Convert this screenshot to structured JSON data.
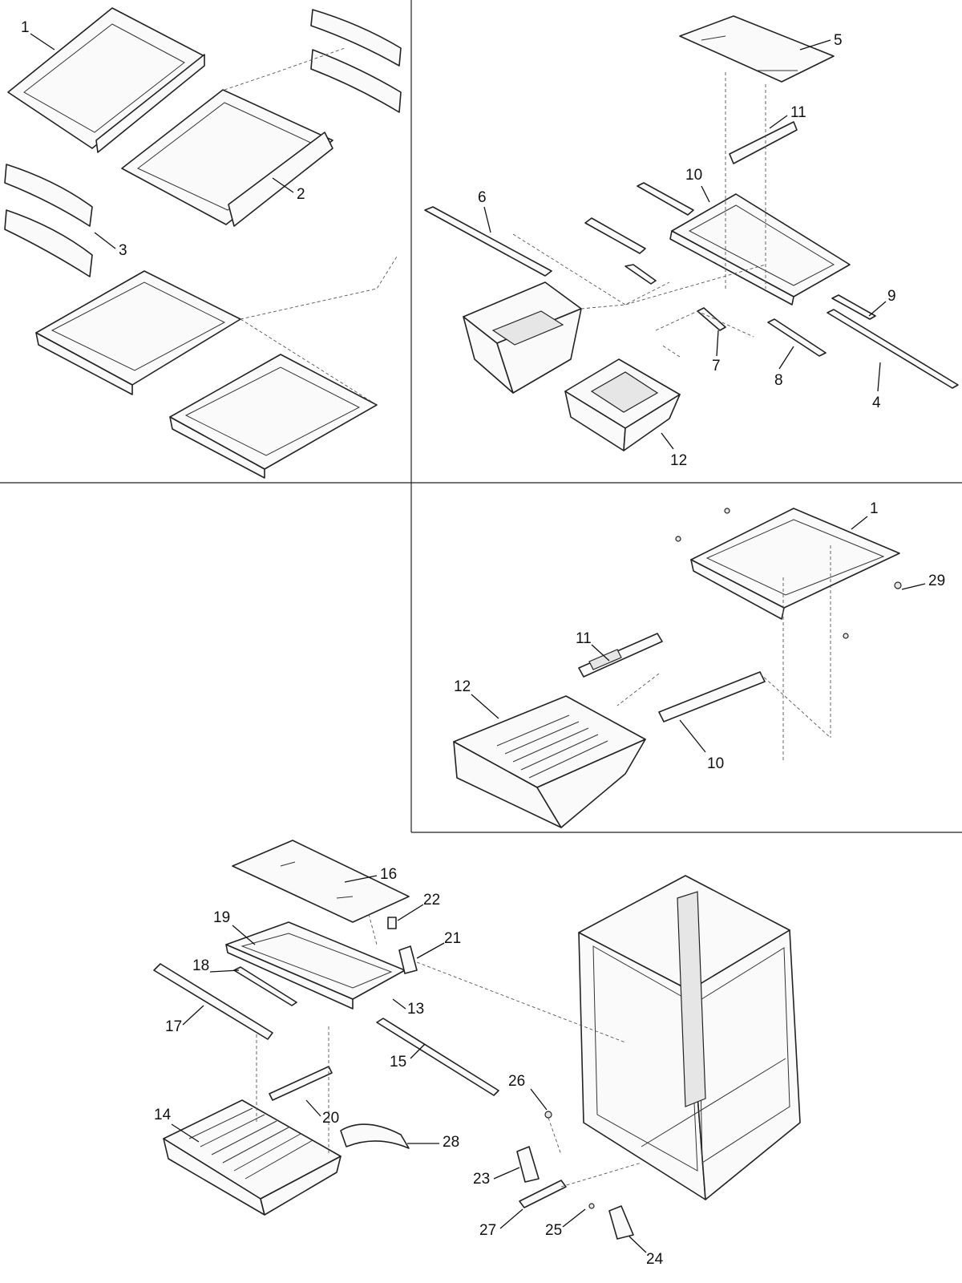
{
  "labels": {
    "q1": {
      "l1": "1",
      "l2": "2",
      "l3": "3"
    },
    "q2": {
      "l5": "5",
      "l11": "11",
      "l10": "10",
      "l6": "6",
      "l9": "9",
      "l7": "7",
      "l8": "8",
      "l4": "4",
      "l12": "12"
    },
    "q4": {
      "l1": "1",
      "l29": "29",
      "l11": "11",
      "l12": "12",
      "l10": "10"
    },
    "bottom": {
      "l16": "16",
      "l22": "22",
      "l19": "19",
      "l21": "21",
      "l18": "18",
      "l13": "13",
      "l17": "17",
      "l15": "15",
      "l26": "26",
      "l20": "20",
      "l14": "14",
      "l28": "28",
      "l23": "23",
      "l27": "27",
      "l25": "25",
      "l24": "24"
    }
  }
}
